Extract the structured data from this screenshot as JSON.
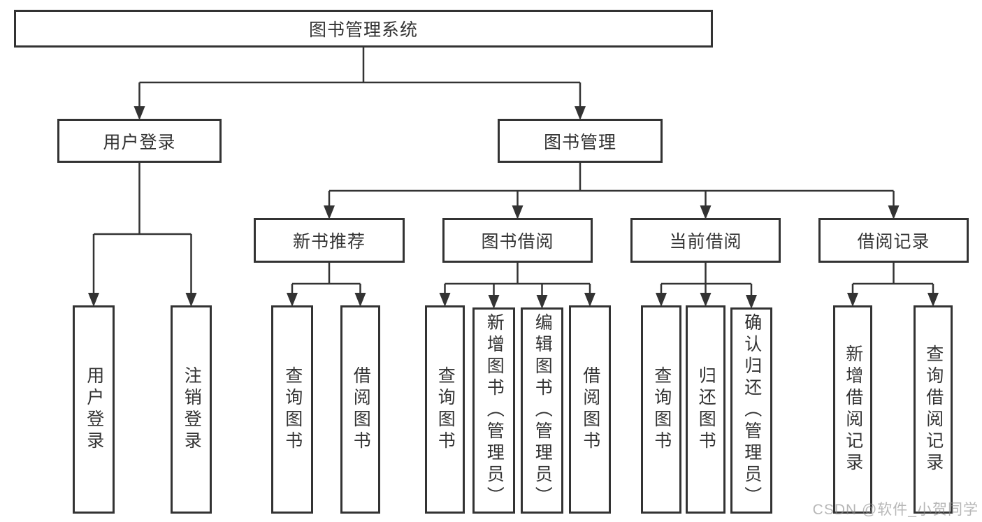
{
  "diagram": {
    "nodes": [
      {
        "key": "root",
        "label": "图书管理系统",
        "orientation": "horizontal",
        "parent": null
      },
      {
        "key": "user-login",
        "label": "用户登录",
        "orientation": "horizontal",
        "parent": "root"
      },
      {
        "key": "book-mgmt",
        "label": "图书管理",
        "orientation": "horizontal",
        "parent": "root"
      },
      {
        "key": "new-book-rec",
        "label": "新书推荐",
        "orientation": "horizontal",
        "parent": "book-mgmt"
      },
      {
        "key": "book-borrow",
        "label": "图书借阅",
        "orientation": "horizontal",
        "parent": "book-mgmt"
      },
      {
        "key": "current-borrow",
        "label": "当前借阅",
        "orientation": "horizontal",
        "parent": "book-mgmt"
      },
      {
        "key": "borrow-records",
        "label": "借阅记录",
        "orientation": "horizontal",
        "parent": "book-mgmt"
      },
      {
        "key": "leaf-user-login",
        "label": "用户登录",
        "orientation": "vertical",
        "parent": "user-login"
      },
      {
        "key": "leaf-logout",
        "label": "注销登录",
        "orientation": "vertical",
        "parent": "user-login"
      },
      {
        "key": "leaf-query-books-1",
        "label": "查询图书",
        "orientation": "vertical",
        "parent": "new-book-rec"
      },
      {
        "key": "leaf-borrow-books-1",
        "label": "借阅图书",
        "orientation": "vertical",
        "parent": "new-book-rec"
      },
      {
        "key": "leaf-query-books-2",
        "label": "查询图书",
        "orientation": "vertical",
        "parent": "book-borrow"
      },
      {
        "key": "leaf-add-books",
        "label": "新增图书（管理员）",
        "orientation": "vertical",
        "parent": "book-borrow"
      },
      {
        "key": "leaf-edit-books",
        "label": "编辑图书（管理员）",
        "orientation": "vertical",
        "parent": "book-borrow"
      },
      {
        "key": "leaf-borrow-books-2",
        "label": "借阅图书",
        "orientation": "vertical",
        "parent": "book-borrow"
      },
      {
        "key": "leaf-query-books-3",
        "label": "查询图书",
        "orientation": "vertical",
        "parent": "current-borrow"
      },
      {
        "key": "leaf-return-books",
        "label": "归还图书",
        "orientation": "vertical",
        "parent": "current-borrow"
      },
      {
        "key": "leaf-confirm-return",
        "label": "确认归还（管理员）",
        "orientation": "vertical",
        "parent": "current-borrow"
      },
      {
        "key": "leaf-add-borrow-record",
        "label": "新增借阅记录",
        "orientation": "vertical",
        "parent": "borrow-records"
      },
      {
        "key": "leaf-query-borrow-record",
        "label": "查询借阅记录",
        "orientation": "vertical",
        "parent": "borrow-records"
      }
    ]
  },
  "watermark": {
    "text": "CSDN @软件_小贺同学"
  },
  "colors": {
    "line": "#333333",
    "text": "#333333",
    "background": "#ffffff",
    "watermark": "#8c8c8c"
  }
}
